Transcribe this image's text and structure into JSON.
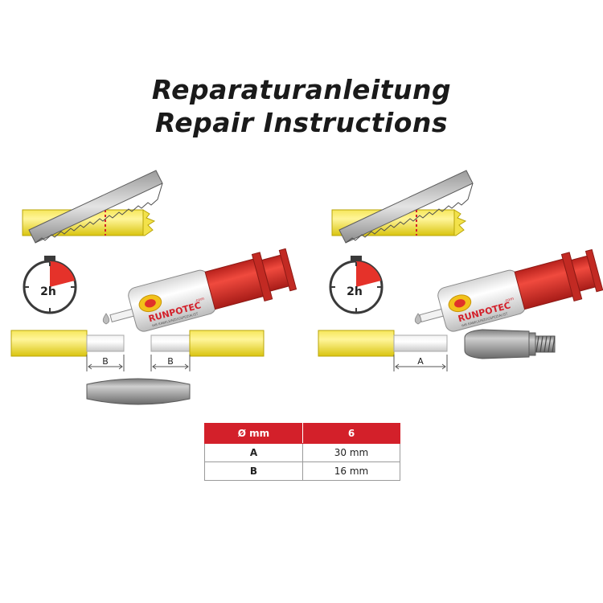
{
  "title_de": "Reparaturanleitung",
  "title_en": "Repair Instructions",
  "timer_label": "2h",
  "dim_a": "A",
  "dim_b": "B",
  "brand": "RUNPOTEC",
  "brand_url": ".com",
  "brand_tagline": "IHR KABELEINZUGSPEZIALIST",
  "table": {
    "headers": [
      "Ø mm",
      "6"
    ],
    "rows": [
      {
        "label": "A",
        "value": "30 mm"
      },
      {
        "label": "B",
        "value": "16 mm"
      }
    ]
  },
  "colors": {
    "rod_yellow": "#f1dc1d",
    "rod_core": "#e6e6e6",
    "syringe_red": "#d8322c",
    "table_red": "#d3202a",
    "sleeve_grey": "#8c8c8c"
  }
}
